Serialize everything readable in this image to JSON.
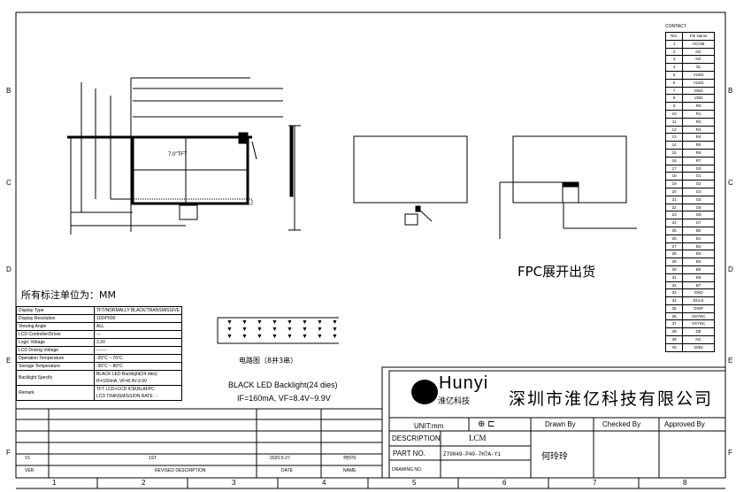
{
  "zones_rows": [
    "B",
    "C",
    "D",
    "E",
    "F"
  ],
  "zones_cols": [
    "1",
    "2",
    "3",
    "4",
    "5",
    "6",
    "7",
    "8"
  ],
  "units_note": "所有标注单位为：MM",
  "specs": [
    {
      "label": "Display Type",
      "value": "TFT/NORMALLY BLACK/TRANSMISSIVE"
    },
    {
      "label": "Display Resolution",
      "value": "1024*600"
    },
    {
      "label": "Viewing Angle",
      "value": "ALL"
    },
    {
      "label": "LCD Controller/Driver",
      "value": "---"
    },
    {
      "label": "Logic Voltage",
      "value": "3.3V"
    },
    {
      "label": "LCD Driving Voltage",
      "value": "-------"
    },
    {
      "label": "Operation Temperature",
      "value": "-20°C ~ 70°C"
    },
    {
      "label": "Storage Temperature",
      "value": "-30°C ~ 80°C"
    },
    {
      "label": "Backlight Specify",
      "value": "BLACK LED Backlight(24 dies)",
      "value2": "IF=160mA, VF=8.4V-9.9V"
    },
    {
      "label": "Remark",
      "value": "TFT LCD+CCD ICM,BLAFPC",
      "value2": "LCD TRANSMISSION RATE : -"
    }
  ],
  "circuit": {
    "caption": "电路图（8并3串）",
    "backlight_title": "BLACK LED Backlight(24 dies)",
    "backlight_spec": "IF=160mA, VF=8.4V~9.9V"
  },
  "fpc_note": "FPC展开出货",
  "lcd_label": "7.0\"TFT",
  "pin_table": {
    "title": "CONTACT",
    "headers": [
      "NO.",
      "Pin Name"
    ],
    "rows": [
      [
        "1",
        "VCOM"
      ],
      [
        "2",
        "NC"
      ],
      [
        "3",
        "NC"
      ],
      [
        "4",
        "GL"
      ],
      [
        "5",
        "VLED"
      ],
      [
        "6",
        "VLED"
      ],
      [
        "7",
        "GND"
      ],
      [
        "8",
        "VDD"
      ],
      [
        "9",
        "R0"
      ],
      [
        "10",
        "R1"
      ],
      [
        "11",
        "R2"
      ],
      [
        "12",
        "R3"
      ],
      [
        "13",
        "R4"
      ],
      [
        "14",
        "R5"
      ],
      [
        "15",
        "R6"
      ],
      [
        "16",
        "R7"
      ],
      [
        "17",
        "G0"
      ],
      [
        "18",
        "G1"
      ],
      [
        "19",
        "G2"
      ],
      [
        "20",
        "G3"
      ],
      [
        "21",
        "G4"
      ],
      [
        "22",
        "G5"
      ],
      [
        "23",
        "G6"
      ],
      [
        "24",
        "G7"
      ],
      [
        "25",
        "B0"
      ],
      [
        "26",
        "B1"
      ],
      [
        "27",
        "B2"
      ],
      [
        "28",
        "B3"
      ],
      [
        "29",
        "B4"
      ],
      [
        "30",
        "B5"
      ],
      [
        "31",
        "B6"
      ],
      [
        "32",
        "B7"
      ],
      [
        "33",
        "GND"
      ],
      [
        "34",
        "DCLK"
      ],
      [
        "35",
        "DISP"
      ],
      [
        "36",
        "HSYNC"
      ],
      [
        "37",
        "VSYNC"
      ],
      [
        "38",
        "DE"
      ],
      [
        "39",
        "NC"
      ],
      [
        "40",
        "GND"
      ]
    ]
  },
  "revisions": {
    "headers": [
      "VER",
      "REVISED DESCRIPTION",
      "DATE",
      "NAME"
    ],
    "rows": [
      [
        "V1",
        "1ST",
        "2020-5-27",
        "何玲玲"
      ]
    ]
  },
  "title_block": {
    "logo_text": "Hunyi",
    "logo_sub": "淮亿科技",
    "company": "深圳市淮亿科技有限公司",
    "unit": "UNIT:mm",
    "description_label": "DESCRIPTION",
    "description": "LCM",
    "part_no_label": "PART NO.",
    "part_no": "Z70049-P40-7H7A-Y1",
    "drawing_no_label": "DRAWING NO.",
    "drawn_by_label": "Drawn By",
    "checked_by_label": "Checked By",
    "approved_by_label": "Approved By",
    "drawn_by": "何玲玲"
  }
}
